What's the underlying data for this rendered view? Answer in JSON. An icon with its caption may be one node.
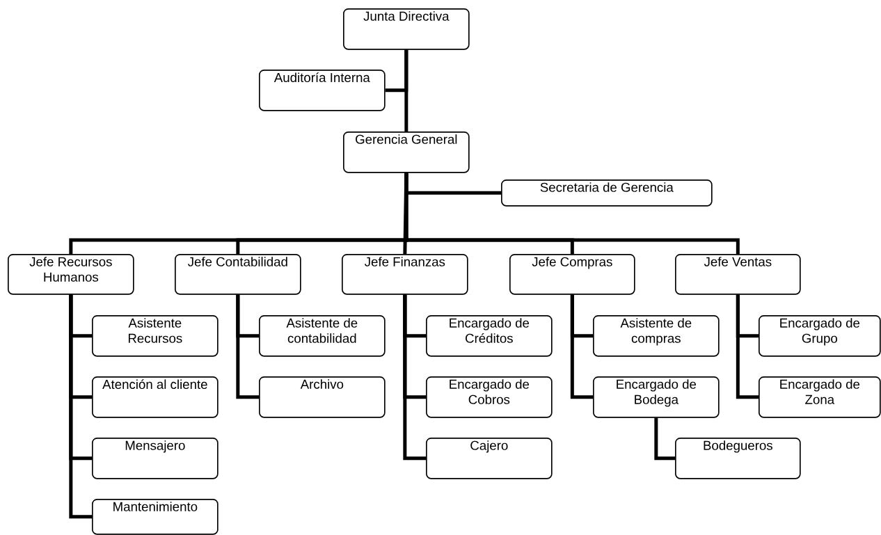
{
  "diagram": {
    "nodes": [
      {
        "text": [
          "Junta Directiva"
        ]
      },
      {
        "text": [
          "Auditoría Interna"
        ]
      },
      {
        "text": [
          "Gerencia General"
        ]
      },
      {
        "text": [
          "Secretaria de Gerencia"
        ]
      },
      {
        "text": [
          "Jefe Recursos Humanos"
        ]
      },
      {
        "text": [
          "Jefe Contabilidad"
        ]
      },
      {
        "text": [
          "Jefe Finanzas"
        ]
      },
      {
        "text": [
          "Jefe Compras"
        ]
      },
      {
        "text": [
          "Jefe Ventas"
        ]
      },
      {
        "text": [
          "Asistente Recursos"
        ]
      },
      {
        "text": [
          "Atención al cliente"
        ]
      },
      {
        "text": [
          "Mensajero"
        ]
      },
      {
        "text": [
          "Mantenimiento"
        ]
      },
      {
        "text": [
          "Asistente de contabilidad"
        ]
      },
      {
        "text": [
          "Archivo"
        ]
      },
      {
        "text": [
          "Encargado de Créditos"
        ]
      },
      {
        "text": [
          "Encargado de Cobros"
        ]
      },
      {
        "text": [
          "Cajero"
        ]
      },
      {
        "text": [
          "Asistente de compras"
        ]
      },
      {
        "text": [
          "Encargado de Bodega"
        ]
      },
      {
        "text": [
          "Bodegueros"
        ]
      },
      {
        "text": [
          "Encargado de Grupo"
        ]
      },
      {
        "text": [
          "Encargado de Zona"
        ]
      }
    ],
    "edges": [
      {
        "from": 0,
        "to": 1,
        "arrow": "none"
      },
      {
        "from": 0,
        "to": 2,
        "arrow": "none"
      },
      {
        "from": 2,
        "to": 3,
        "arrow": "none"
      },
      {
        "from": 2,
        "to": 4,
        "arrow": "none"
      },
      {
        "from": 2,
        "to": 5,
        "arrow": "none"
      },
      {
        "from": 2,
        "to": 6,
        "arrow": "none"
      },
      {
        "from": 2,
        "to": 7,
        "arrow": "none"
      },
      {
        "from": 2,
        "to": 8,
        "arrow": "none"
      },
      {
        "from": 4,
        "to": 9,
        "arrow": "none"
      },
      {
        "from": 4,
        "to": 10,
        "arrow": "none"
      },
      {
        "from": 4,
        "to": 11,
        "arrow": "none"
      },
      {
        "from": 4,
        "to": 12,
        "arrow": "none"
      },
      {
        "from": 5,
        "to": 13,
        "arrow": "none"
      },
      {
        "from": 5,
        "to": 14,
        "arrow": "none"
      },
      {
        "from": 6,
        "to": 15,
        "arrow": "none"
      },
      {
        "from": 6,
        "to": 16,
        "arrow": "none"
      },
      {
        "from": 6,
        "to": 17,
        "arrow": "none"
      },
      {
        "from": 7,
        "to": 18,
        "arrow": "none"
      },
      {
        "from": 7,
        "to": 19,
        "arrow": "none"
      },
      {
        "from": 19,
        "to": 20,
        "arrow": "none"
      },
      {
        "from": 8,
        "to": 21,
        "arrow": "none"
      },
      {
        "from": 8,
        "to": 22,
        "arrow": "none"
      }
    ]
  }
}
